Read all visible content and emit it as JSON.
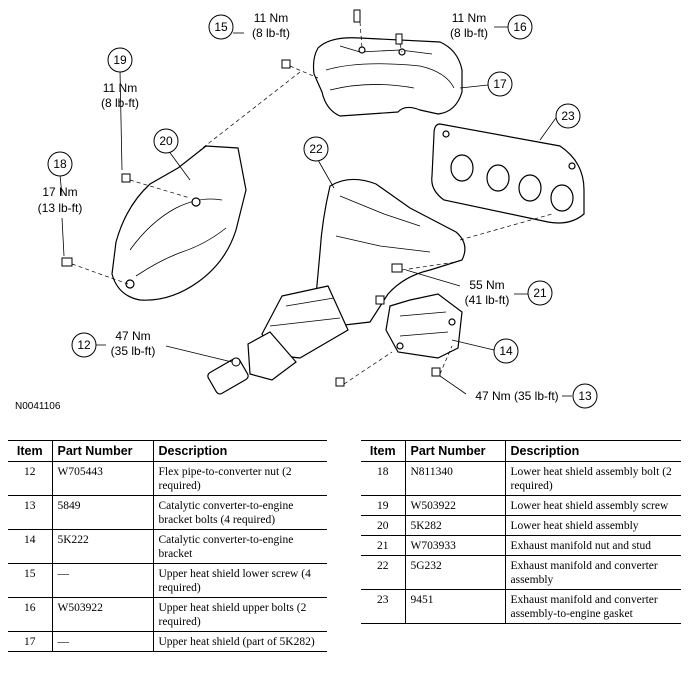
{
  "figure_id": "N0041106",
  "callouts": [
    {
      "item": "15",
      "torque": "11 Nm",
      "imperial": "(8 lb-ft)"
    },
    {
      "item": "16",
      "torque": "11 Nm",
      "imperial": "(8 lb-ft)"
    },
    {
      "item": "17"
    },
    {
      "item": "23"
    },
    {
      "item": "19",
      "torque": "11 Nm",
      "imperial": "(8 lb-ft)"
    },
    {
      "item": "20"
    },
    {
      "item": "22"
    },
    {
      "item": "18",
      "torque": "17 Nm",
      "imperial": "(13 lb-ft)"
    },
    {
      "item": "21",
      "torque": "55 Nm",
      "imperial": "(41 lb-ft)"
    },
    {
      "item": "14"
    },
    {
      "item": "12",
      "torque": "47 Nm",
      "imperial": "(35 lb-ft)"
    },
    {
      "item": "13",
      "torque": "47 Nm (35 lb-ft)"
    }
  ],
  "table_headers": {
    "item": "Item",
    "part_number": "Part Number",
    "description": "Description"
  },
  "parts_left": [
    {
      "item": "12",
      "part_number": "W705443",
      "description": "Flex pipe-to-converter nut (2 required)"
    },
    {
      "item": "13",
      "part_number": "5849",
      "description": "Catalytic converter-to-engine bracket bolts (4 required)"
    },
    {
      "item": "14",
      "part_number": "5K222",
      "description": "Catalytic converter-to-engine bracket"
    },
    {
      "item": "15",
      "part_number": "—",
      "description": "Upper heat shield lower screw (4 required)"
    },
    {
      "item": "16",
      "part_number": "W503922",
      "description": "Upper heat shield upper bolts (2 required)"
    },
    {
      "item": "17",
      "part_number": "—",
      "description": "Upper heat shield (part of 5K282)"
    }
  ],
  "parts_right": [
    {
      "item": "18",
      "part_number": "N811340",
      "description": "Lower heat shield assembly bolt (2 required)"
    },
    {
      "item": "19",
      "part_number": "W503922",
      "description": "Lower heat shield assembly screw"
    },
    {
      "item": "20",
      "part_number": "5K282",
      "description": "Lower heat shield assembly"
    },
    {
      "item": "21",
      "part_number": "W703933",
      "description": "Exhaust manifold nut and stud"
    },
    {
      "item": "22",
      "part_number": "5G232",
      "description": "Exhaust manifold and converter assembly"
    },
    {
      "item": "23",
      "part_number": "9451",
      "description": "Exhaust manifold and converter assembly-to-engine gasket"
    }
  ]
}
